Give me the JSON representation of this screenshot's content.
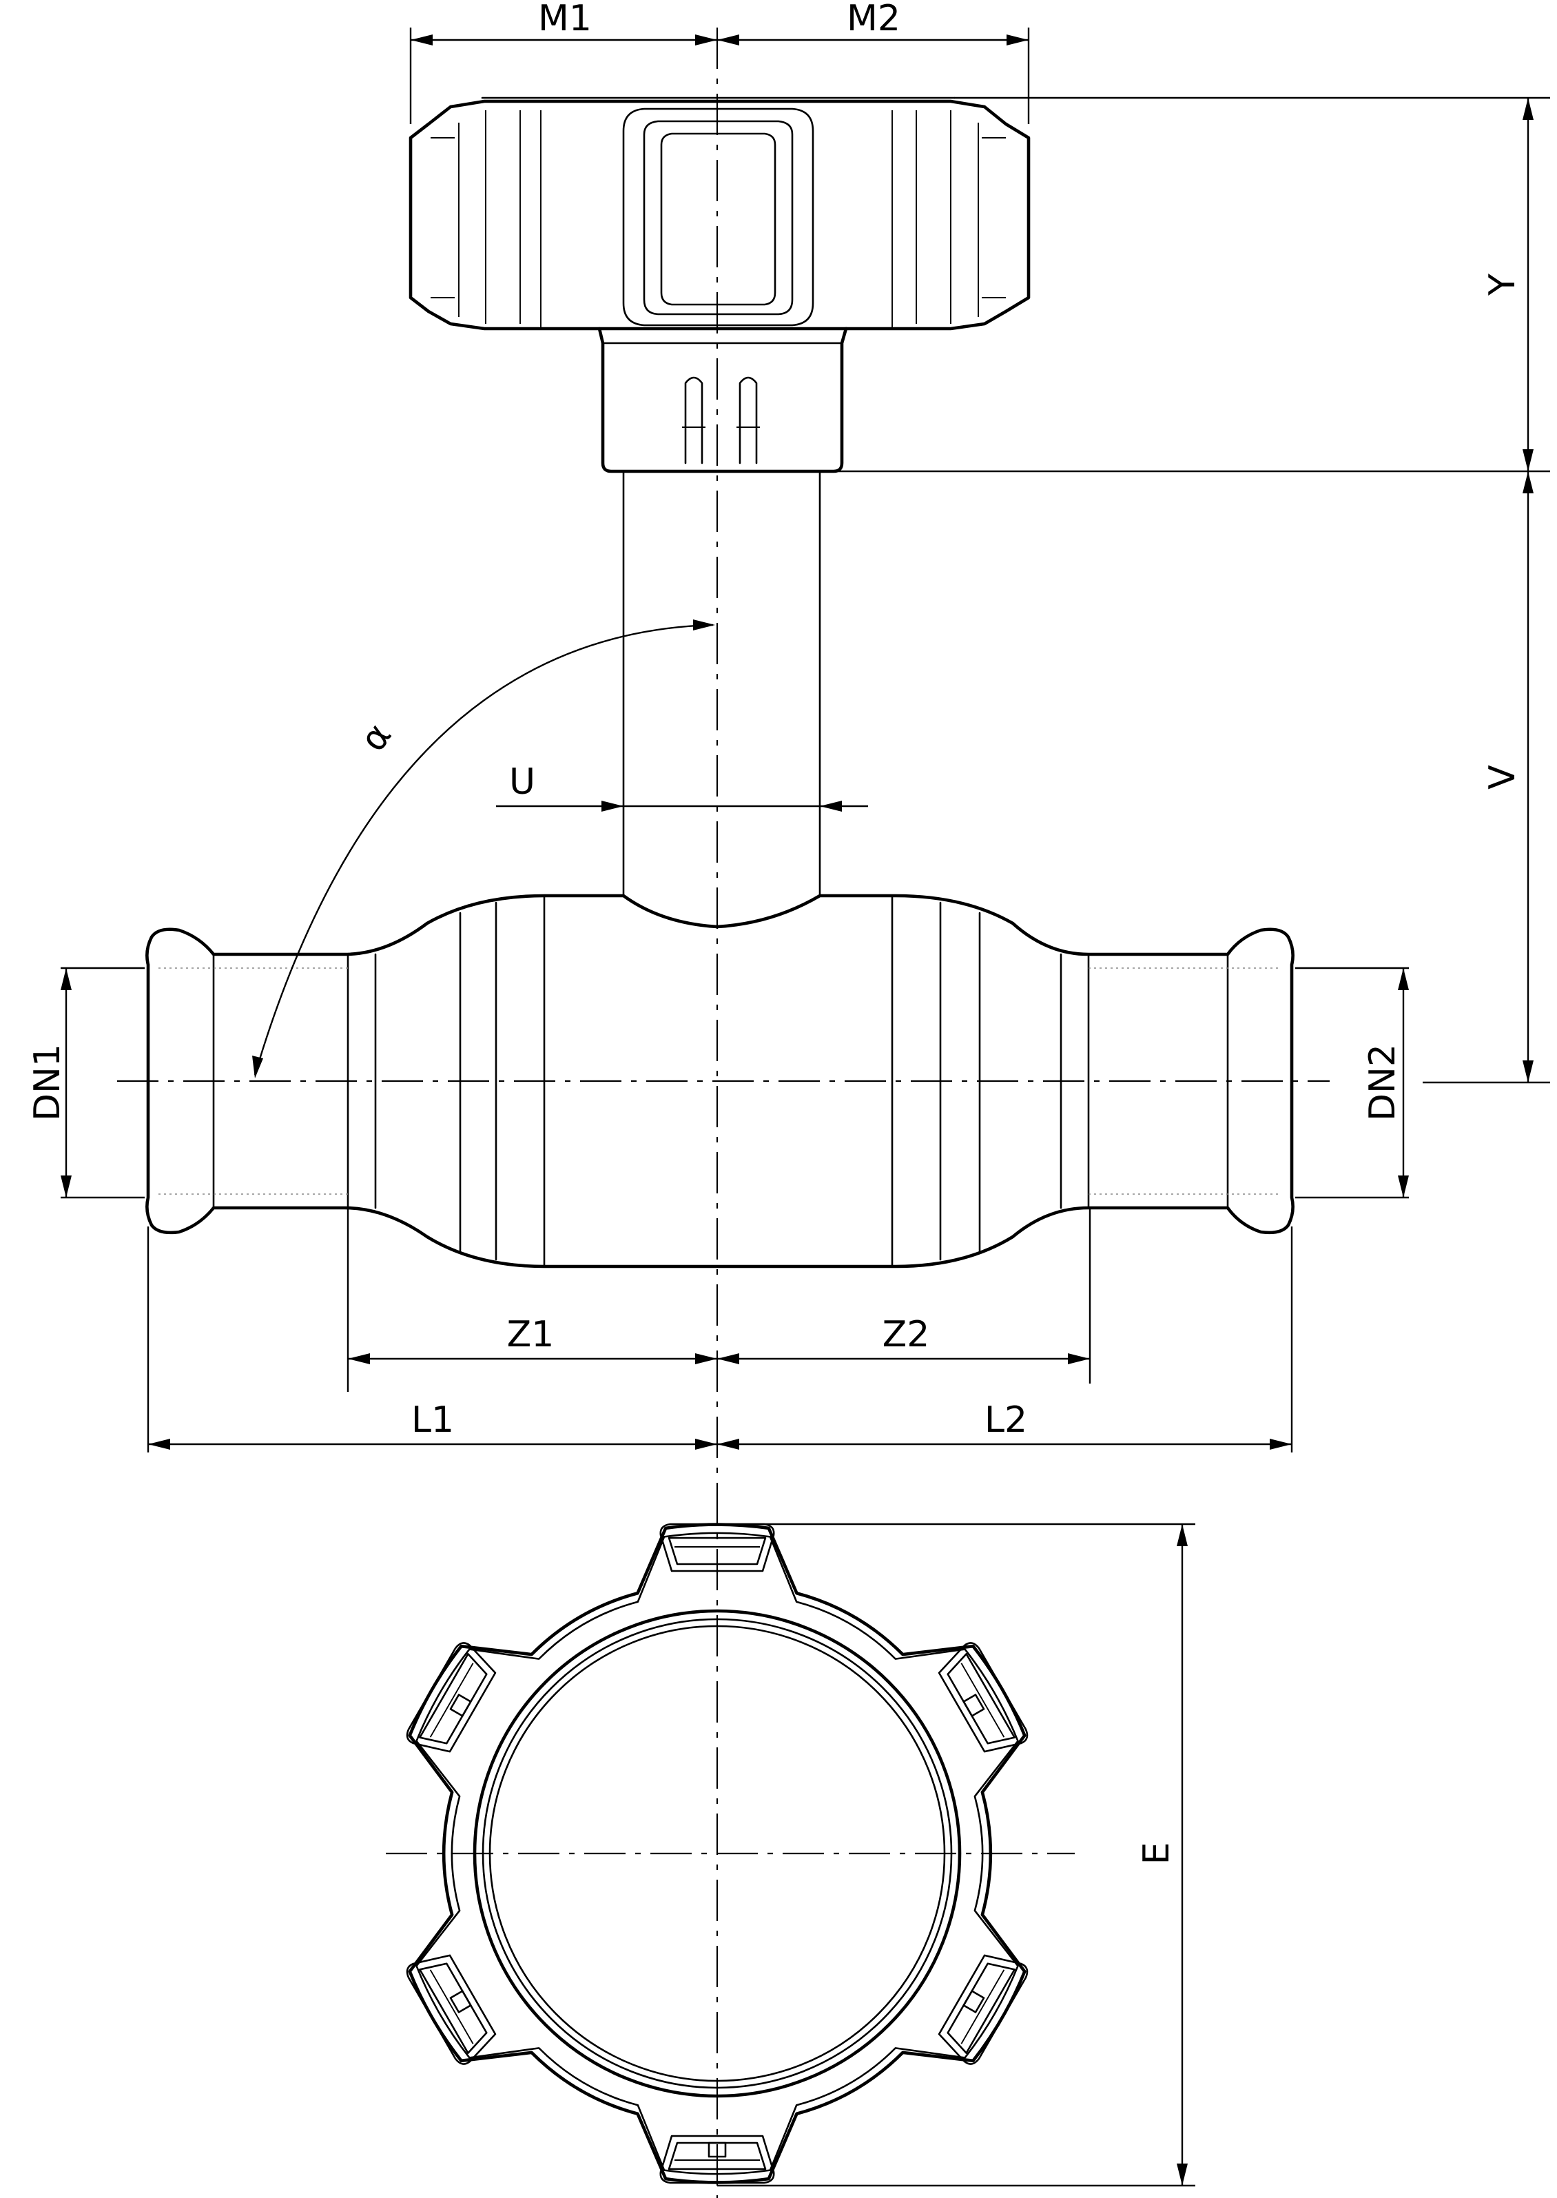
{
  "drawing": {
    "dimensions": {
      "m1": "M1",
      "m2": "M2",
      "y": "Y",
      "v": "V",
      "u": "U",
      "alpha": "α",
      "dn1": "DN1",
      "dn2": "DN2",
      "z1": "Z1",
      "z2": "Z2",
      "l1": "L1",
      "l2": "L2",
      "e": "E"
    }
  }
}
